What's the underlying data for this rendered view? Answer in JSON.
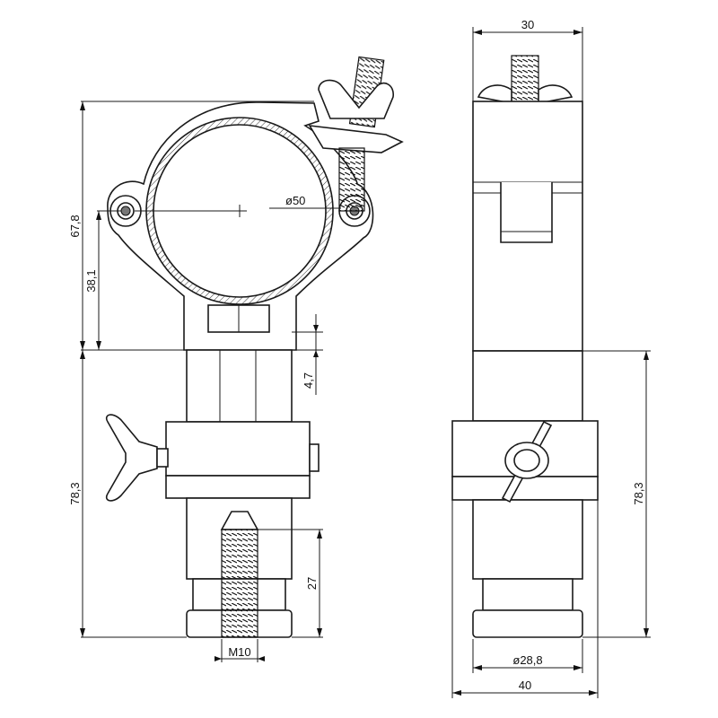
{
  "dimensions": {
    "width_top": "30",
    "pipe_diameter": "ø50",
    "overall_height_clamp": "67,8",
    "clamp_center_height": "38,1",
    "gap": "4,7",
    "lower_height_left": "78,3",
    "lower_height_right": "78,3",
    "thread_length": "27",
    "thread_size": "M10",
    "base_diameter": "ø28,8",
    "width_bottom": "40"
  }
}
